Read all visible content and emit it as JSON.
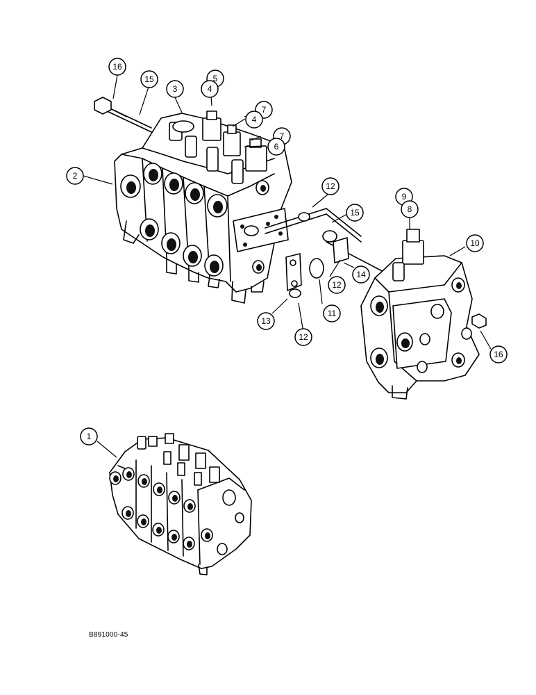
{
  "diagram": {
    "callouts": [
      {
        "id": "c16a",
        "label": "16"
      },
      {
        "id": "c15a",
        "label": "15"
      },
      {
        "id": "c3",
        "label": "3"
      },
      {
        "id": "c5",
        "label": "5"
      },
      {
        "id": "c4a",
        "label": "4"
      },
      {
        "id": "c7a",
        "label": "7"
      },
      {
        "id": "c4b",
        "label": "4"
      },
      {
        "id": "c7b",
        "label": "7"
      },
      {
        "id": "c6",
        "label": "6"
      },
      {
        "id": "c2",
        "label": "2"
      },
      {
        "id": "c12a",
        "label": "12"
      },
      {
        "id": "c15b",
        "label": "15"
      },
      {
        "id": "c9",
        "label": "9"
      },
      {
        "id": "c8",
        "label": "8"
      },
      {
        "id": "c10",
        "label": "10"
      },
      {
        "id": "c14",
        "label": "14"
      },
      {
        "id": "c12b",
        "label": "12"
      },
      {
        "id": "c11",
        "label": "11"
      },
      {
        "id": "c13",
        "label": "13"
      },
      {
        "id": "c12c",
        "label": "12"
      },
      {
        "id": "c16b",
        "label": "16"
      },
      {
        "id": "c1",
        "label": "1"
      }
    ],
    "figure_reference": "B891000-45"
  }
}
